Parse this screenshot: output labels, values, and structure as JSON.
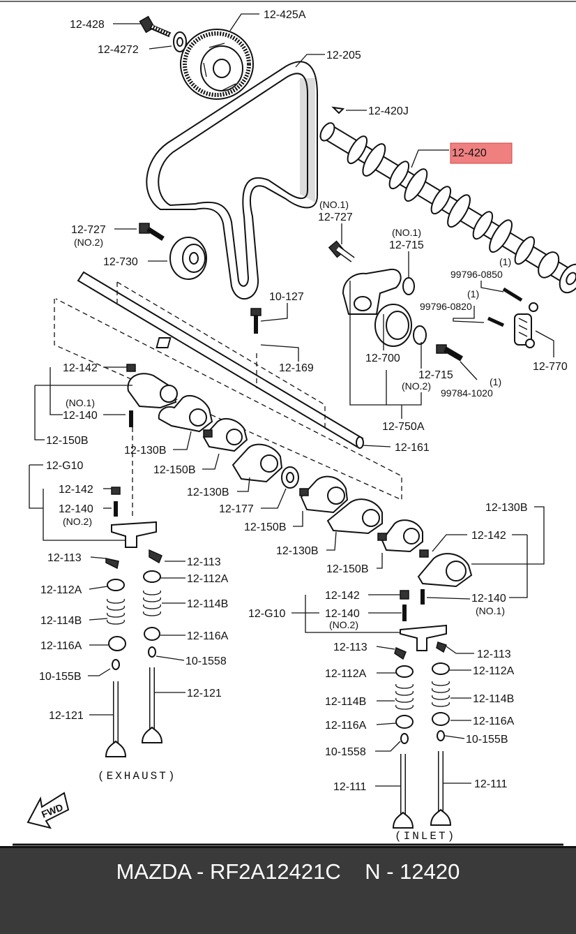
{
  "labels": {
    "l_12_428": "12-428",
    "l_12_425a": "12-425A",
    "l_12_4272": "12-4272",
    "l_12_205": "12-205",
    "l_12_420j": "12-420J",
    "l_12_420": "12-420",
    "l_no1_a": "(NO.1)",
    "l_12_727_top": "12-727",
    "l_12_727_left": "12-727",
    "l_no2_a": "(NO.2)",
    "l_no1_b": "(NO.1)",
    "l_12_715_top": "12-715",
    "l_1_a": "(1)",
    "l_99796_0850": "99796-0850",
    "l_1_b": "(1)",
    "l_99796_0820": "99796-0820",
    "l_12_730": "12-730",
    "l_10_127": "10-127",
    "l_12_169": "12-169",
    "l_12_770": "12-770",
    "l_12_700": "12-700",
    "l_12_715_bot": "12-715",
    "l_no2_b": "(NO.2)",
    "l_1_c": "(1)",
    "l_99784_1020": "99784-1020",
    "l_12_750a": "12-750A",
    "l_12_142_a": "12-142",
    "l_no1_c": "(NO.1)",
    "l_12_140_a": "12-140",
    "l_12_150b_a": "12-150B",
    "l_12_130b_a": "12-130B",
    "l_12_161": "12-161",
    "l_12_g10_a": "12-G10",
    "l_12_150b_b": "12-150B",
    "l_12_142_b": "12-142",
    "l_12_140_b": "12-140",
    "l_no2_c": "(NO.2)",
    "l_12_130b_b": "12-130B",
    "l_12_177": "12-177",
    "l_12_150b_c": "12-150B",
    "l_12_130b_c": "12-130B",
    "l_12_150b_d": "12-150B",
    "l_12_130b_d": "12-130B",
    "l_12_142_c": "12-142",
    "l_12_113_a": "12-113",
    "l_12_113_b": "12-113",
    "l_12_112a_a": "12-112A",
    "l_12_112a_b": "12-112A",
    "l_12_114b_a": "12-114B",
    "l_12_114b_b": "12-114B",
    "l_12_116a_a": "12-116A",
    "l_12_116a_b": "12-116A",
    "l_10_155b_a": "10-155B",
    "l_10_1558_a": "10-1558",
    "l_12_121_a": "12-121",
    "l_12_121_b": "12-121",
    "l_12_142_d": "12-142",
    "l_12_140_d": "12-140",
    "l_no1_d": "(NO.1)",
    "l_12_g10_b": "12-G10",
    "l_12_140_e": "12-140",
    "l_no2_d": "(NO.2)",
    "l_12_113_c": "12-113",
    "l_12_113_d": "12-113",
    "l_12_112a_c": "12-112A",
    "l_12_112a_d": "12-112A",
    "l_12_114b_c": "12-114B",
    "l_12_114b_d": "12-114B",
    "l_12_116a_c": "12-116A",
    "l_12_116a_d": "12-116A",
    "l_10_1558_b": "10-1558",
    "l_10_155b_b": "10-155B",
    "l_12_111_a": "12-111",
    "l_12_111_b": "12-111",
    "exhaust": "(EXHAUST)",
    "inlet": "(INLET)",
    "fwd": "FWD"
  },
  "highlight_color": "#f08080",
  "footer": {
    "text": "MAZDA - RF2A12421C    N - 12420",
    "background": "#3a3a3a",
    "color": "#ffffff"
  }
}
